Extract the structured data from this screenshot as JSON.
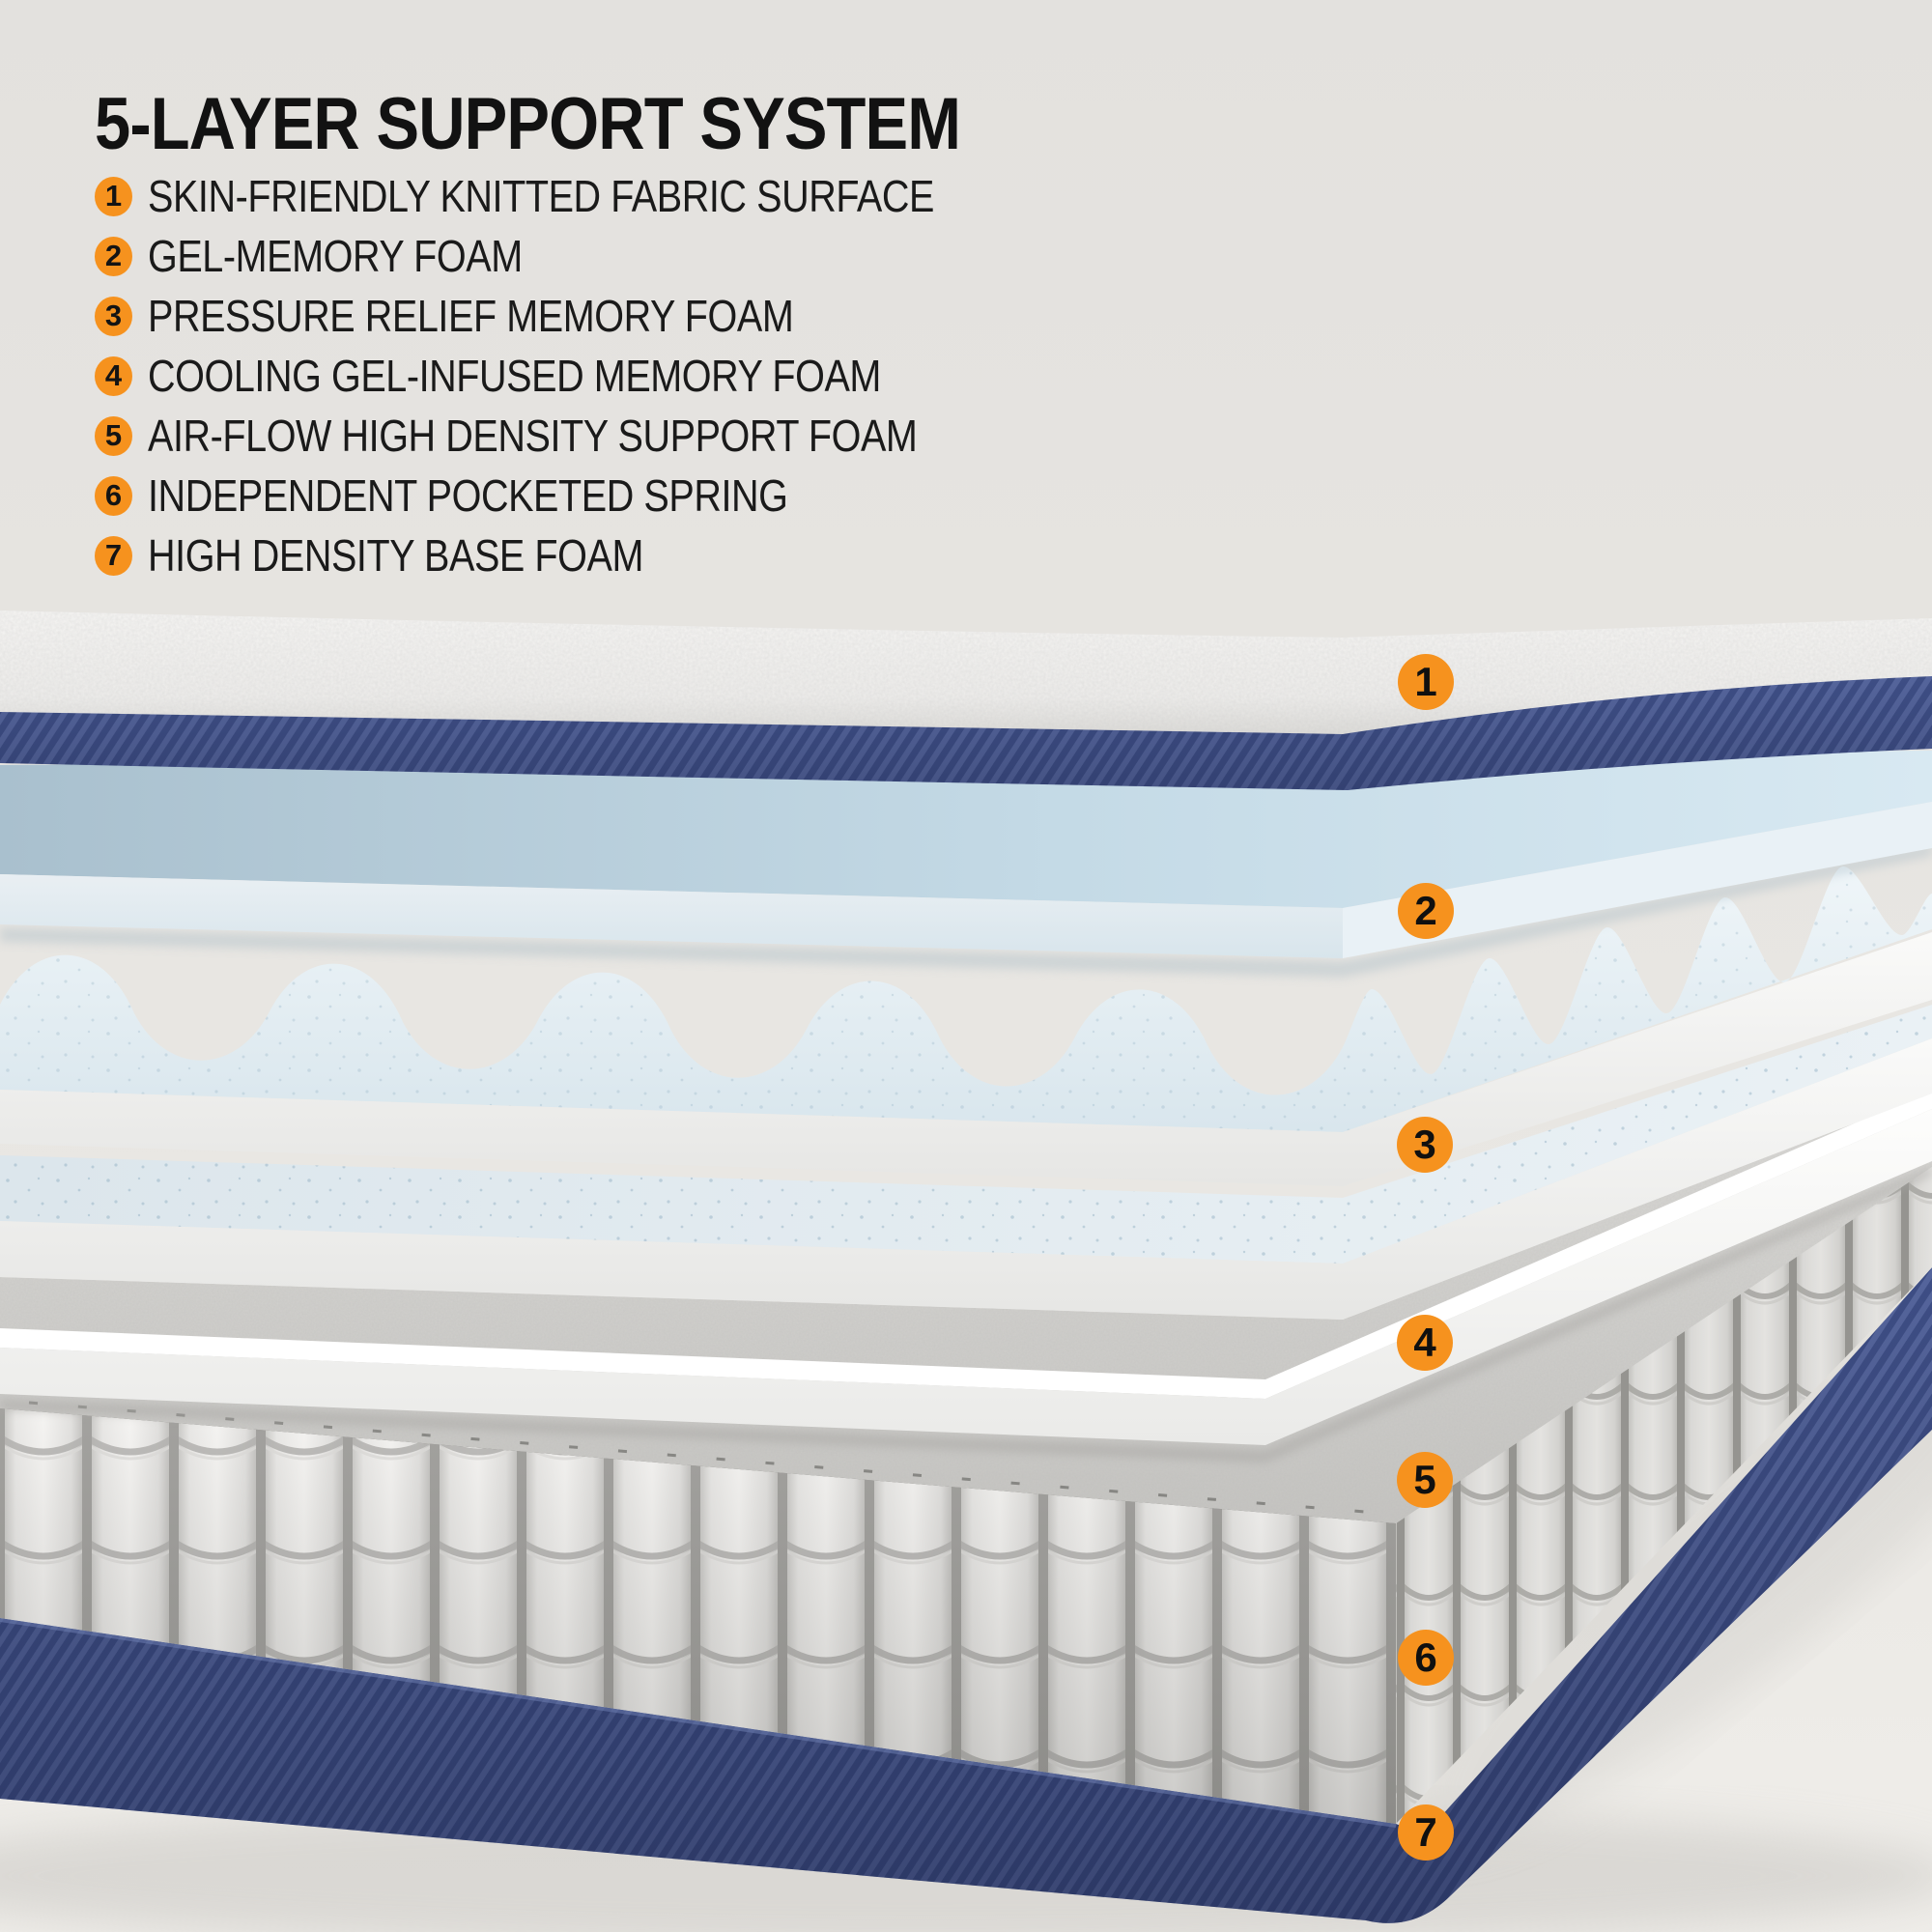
{
  "title": "5-LAYER SUPPORT SYSTEM",
  "layers": [
    {
      "number": "1",
      "label": "SKIN-FRIENDLY KNITTED FABRIC SURFACE"
    },
    {
      "number": "2",
      "label": "GEL-MEMORY FOAM"
    },
    {
      "number": "3",
      "label": "PRESSURE RELIEF MEMORY FOAM"
    },
    {
      "number": "4",
      "label": "COOLING GEL-INFUSED MEMORY FOAM"
    },
    {
      "number": "5",
      "label": "AIR-FLOW HIGH DENSITY SUPPORT FOAM"
    },
    {
      "number": "6",
      "label": "INDEPENDENT POCKETED SPRING"
    },
    {
      "number": "7",
      "label": "HIGH DENSITY BASE FOAM"
    }
  ],
  "colors": {
    "accent_orange": "#F6921E",
    "navy_fabric": "#3E4E85",
    "gel_blue": "#CBDFEA",
    "foam_white": "#F4F3F1",
    "text": "#161616",
    "background": "#E6E4E1"
  }
}
